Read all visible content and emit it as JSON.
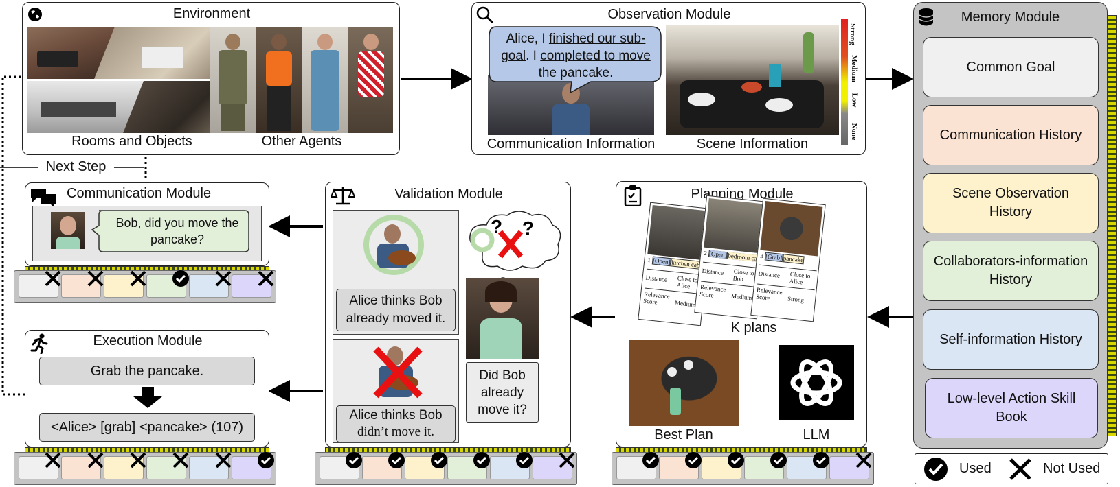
{
  "environment": {
    "title": "Environment",
    "rooms_label": "Rooms and Objects",
    "agents_label": "Other Agents",
    "next_step_label": "Next Step"
  },
  "observation": {
    "title": "Observation Module",
    "speech_parts": [
      "Alice, I ",
      "finished our sub-goal",
      ". I ",
      "completed to move the pancake."
    ],
    "communication_label": "Communication Information",
    "scene_label": "Scene Information",
    "scale": [
      "Strong",
      "Medium",
      "Low",
      "None"
    ]
  },
  "memory": {
    "title": "Memory Module",
    "items": [
      {
        "label": "Common Goal",
        "color": "#f0f0f0"
      },
      {
        "label": "Communication History",
        "color": "#fbe3d4"
      },
      {
        "label": "Scene Observation History",
        "color": "#fdf2cc"
      },
      {
        "label": "Collaborators-information History",
        "color": "#e2efd9"
      },
      {
        "label": "Self-information History",
        "color": "#dbe6f4"
      },
      {
        "label": "Low-level Action Skill Book",
        "color": "#dcd6fb"
      }
    ]
  },
  "legend": {
    "used": "Used",
    "not_used": "Not Used"
  },
  "communication": {
    "title": "Communication Module",
    "message": "Bob, did you move the pancake?",
    "usage": [
      "not_used",
      "not_used",
      "not_used",
      "used",
      "not_used",
      "not_used"
    ]
  },
  "validation": {
    "title": "Validation Module",
    "belief_moved": "Alice thinks Bob already moved it.",
    "belief_not_moved_1": "Alice thinks Bob",
    "belief_not_moved_2": "didn’t move it.",
    "question": "Did Bob already move it?",
    "usage": [
      "used",
      "used",
      "used",
      "used",
      "used",
      "not_used"
    ]
  },
  "planning": {
    "title": "Planning Module",
    "k_plans_label": "K plans",
    "best_plan_label": "Best Plan",
    "llm_label": "LLM",
    "cards": [
      {
        "num": "1",
        "action": "[Open]",
        "target": "kitchen cabinet",
        "dist": "Close to Alice",
        "rel": "Medium"
      },
      {
        "num": "2",
        "action": "[Open]",
        "target": "bedroom cabinet",
        "dist": "Close to Bob",
        "rel": "Medium"
      },
      {
        "num": "3",
        "action": "[Grab]",
        "target": "pancake",
        "dist": "Close to Alice",
        "rel": "Strong"
      }
    ],
    "distance_label": "Distance",
    "relevance_label": "Relevance Score",
    "usage": [
      "used",
      "used",
      "used",
      "used",
      "used",
      "not_used"
    ]
  },
  "execution": {
    "title": "Execution Module",
    "instruction": "Grab the pancake.",
    "action": "<Alice> [grab] <pancake> (107)",
    "usage": [
      "not_used",
      "not_used",
      "not_used",
      "not_used",
      "not_used",
      "used"
    ]
  },
  "colors": {
    "slots": [
      "#f0f0f0",
      "#fbe3d4",
      "#fdf2cc",
      "#e2efd9",
      "#dbe6f4",
      "#dcd6fb"
    ],
    "speech_bubble": "#b6c8e8",
    "chat_bubble": "#e2efd9",
    "memory_bg": "#c4c4c4"
  }
}
